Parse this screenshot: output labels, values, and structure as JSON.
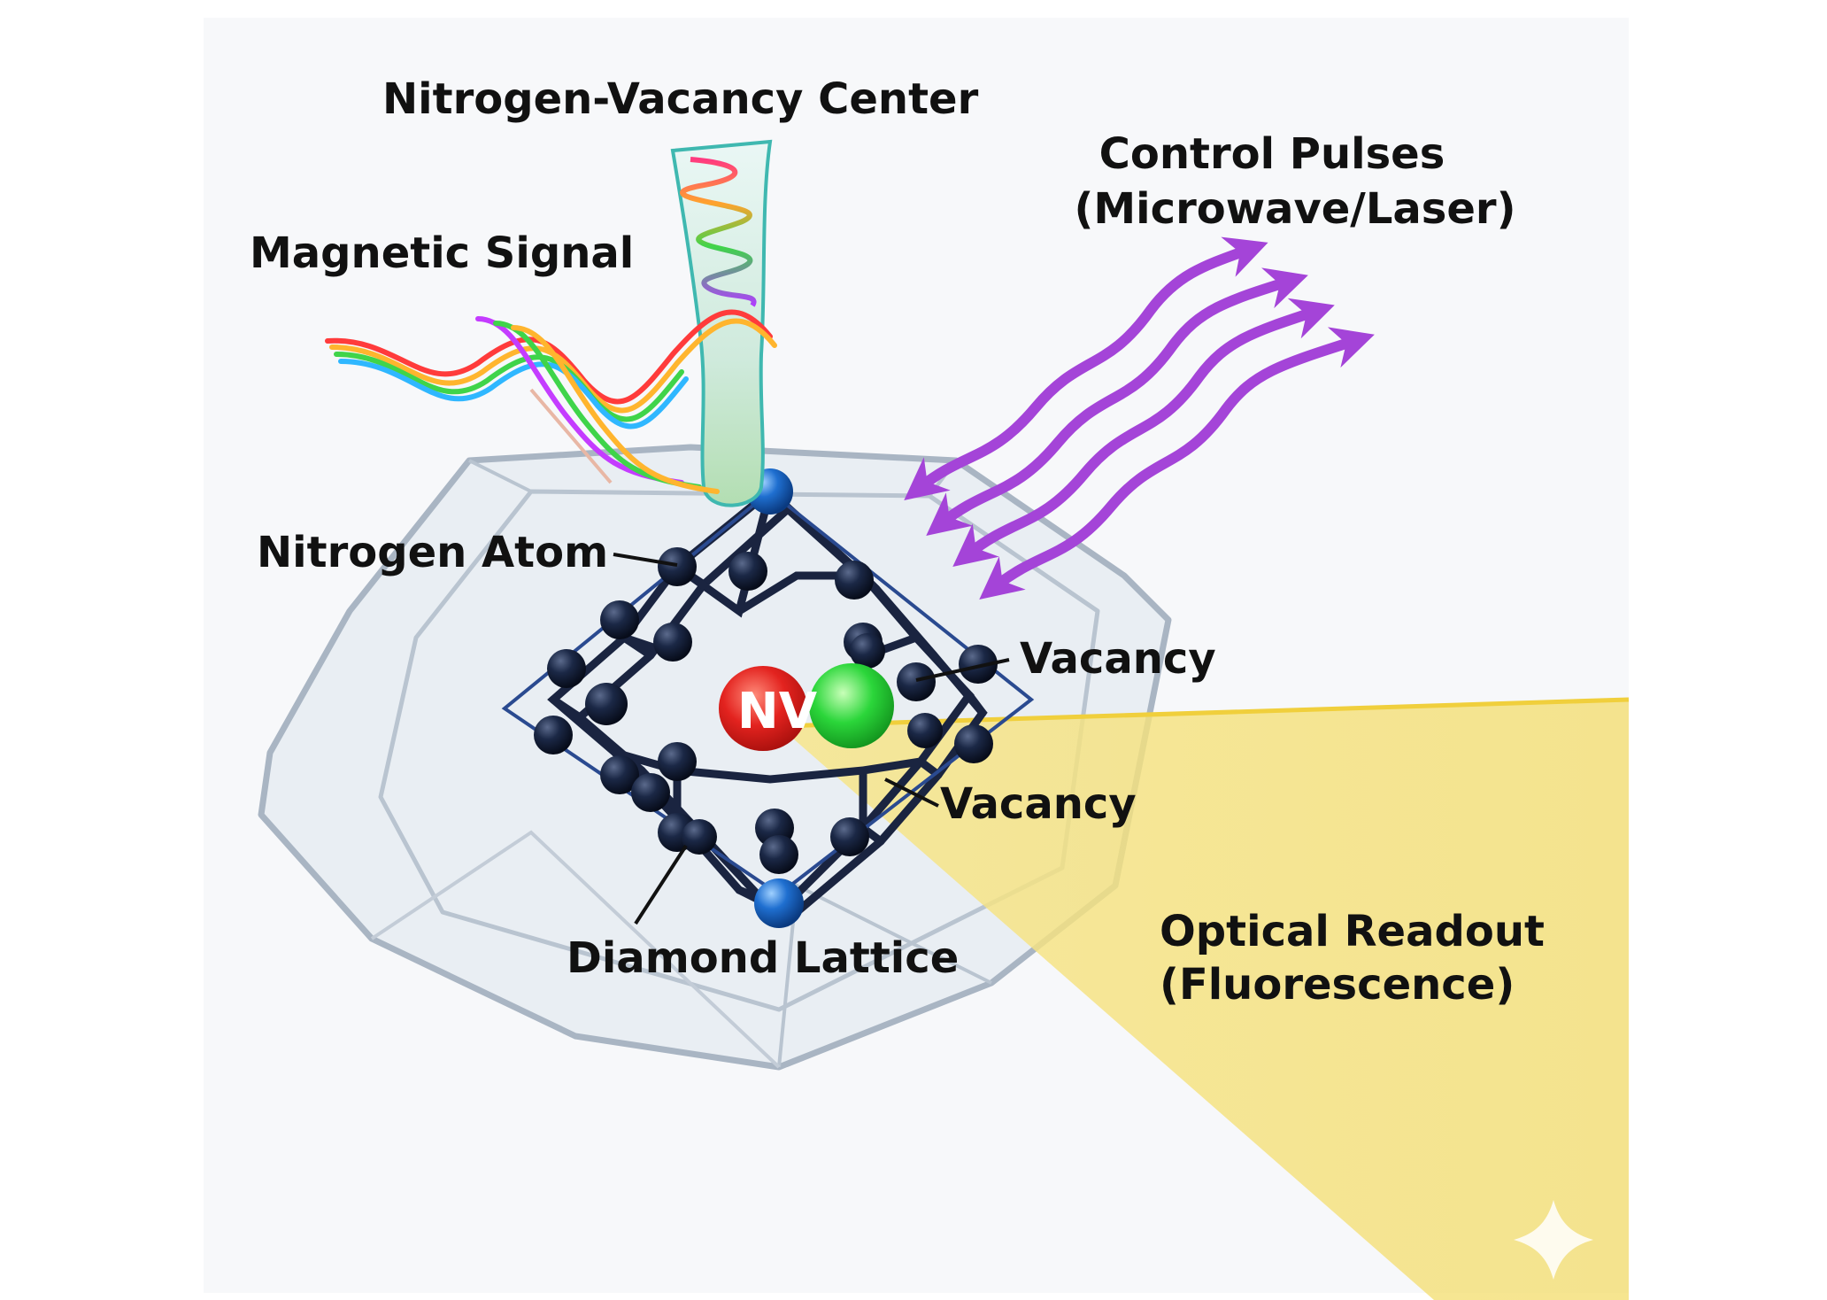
{
  "labels": {
    "nv_center": "Nitrogen-Vacancy Center",
    "magnetic_signal": "Magnetic Signal",
    "control_pulses_line1": "Control Pulses",
    "control_pulses_line2": "(Microwave/Laser)",
    "nitrogen_atom": "Nitrogen Atom",
    "vacancy_top": "Vacancy",
    "vacancy_bottom": "Vacancy",
    "diamond_lattice": "Diamond Lattice",
    "optical_readout_line1": "Optical Readout",
    "optical_readout_line2": "(Fluorescence)",
    "nv_marker": "NV"
  },
  "colors": {
    "lattice_atom": "#16233f",
    "terminal_atom": "#1f6fd0",
    "nv_red": "#e3231f",
    "vacancy_green": "#2bd63a",
    "pulse_purple": "#a444d8",
    "optical_beam": "#f3dc6a",
    "probe_teal": "#3fb8b0",
    "crystal_edge": "#a9b5c3"
  },
  "icons": {
    "watermark": "sparkle-icon"
  }
}
